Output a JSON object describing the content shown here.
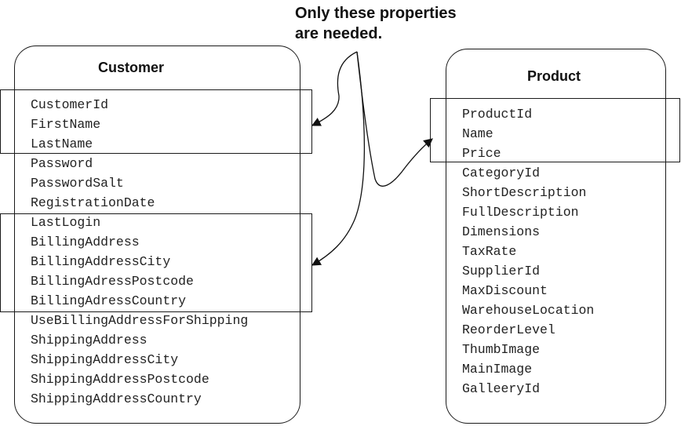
{
  "callout": {
    "line1": "Only these properties",
    "line2": "are needed."
  },
  "customer": {
    "title": "Customer",
    "fields": [
      "CustomerId",
      "FirstName",
      "LastName",
      "Password",
      "PasswordSalt",
      "RegistrationDate",
      "LastLogin",
      "BillingAddress",
      "BillingAddressCity",
      "BillingAdressPostcode",
      "BillingAdressCountry",
      "UseBillingAddressForShipping",
      "ShippingAddress",
      "ShippingAddressCity",
      "ShippingAddressPostcode",
      "ShippingAddressCountry"
    ]
  },
  "product": {
    "title": "Product",
    "fields": [
      "ProductId",
      "Name",
      "Price",
      "CategoryId",
      "ShortDescription",
      "FullDescription",
      "Dimensions",
      "TaxRate",
      "SupplierId",
      "MaxDiscount",
      "WarehouseLocation",
      "ReorderLevel",
      "ThumbImage",
      "MainImage",
      "GalleeryId"
    ]
  }
}
